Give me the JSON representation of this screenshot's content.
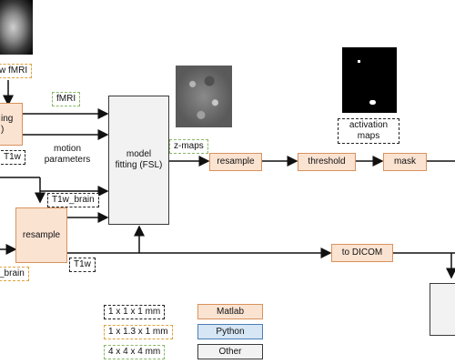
{
  "inputs": {
    "fmri_label": "w fMRI",
    "t1w_label": "T1w",
    "t1w_brain_left_label": "_brain"
  },
  "preproc_box": {
    "line1": "ing",
    "line2": ")"
  },
  "tags": {
    "fmri": "fMRI",
    "t1w_brain": "T1w_brain",
    "t1w": "T1w",
    "zmaps": "z-maps",
    "activation_maps": "activation maps"
  },
  "annotations": {
    "motion_parameters": "motion parameters"
  },
  "nodes": {
    "model_fitting": "model fitting (FSL)",
    "resample_left": "resample",
    "resample_right": "resample",
    "threshold": "threshold",
    "mask": "mask",
    "to_dicom": "to DICOM"
  },
  "legend": {
    "resolutions": [
      {
        "label": "1 x 1 x 1 mm",
        "style": "black-dashed"
      },
      {
        "label": "1 x 1.3 x 1 mm",
        "style": "orange-dashed"
      },
      {
        "label": "4 x 4 x 4 mm",
        "style": "green-dashed"
      }
    ],
    "tools": [
      {
        "label": "Matlab",
        "color": "#fbe3d2",
        "border": "#d9925c"
      },
      {
        "label": "Python",
        "color": "#d6e6f5",
        "border": "#4a7fb5"
      },
      {
        "label": "Other",
        "color": "#f2f2f2",
        "border": "#3a3a3a"
      }
    ]
  },
  "colors": {
    "matlab_fill": "#fbe3d2",
    "matlab_border": "#d9925c",
    "other_fill": "#f2f2f2",
    "orange_dash": "#e1a23b",
    "green_dash": "#8ab86a"
  }
}
